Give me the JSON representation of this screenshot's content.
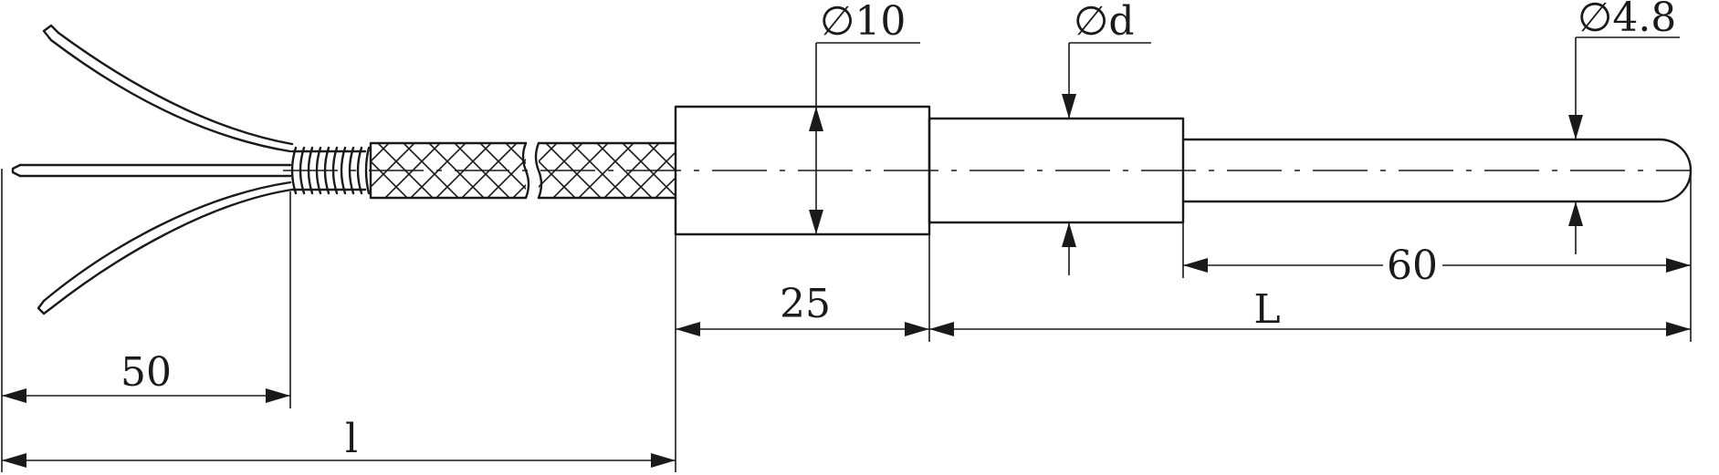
{
  "labels": {
    "dia_boss": "∅10",
    "dia_mid": "∅d",
    "dia_tip": "∅4.8",
    "len_boss": "25",
    "len_L": "L",
    "len_tip": "60",
    "len_leads": "50",
    "len_cable": "l"
  },
  "colors": {
    "line": "#1a1a1a",
    "background": "#ffffff"
  }
}
